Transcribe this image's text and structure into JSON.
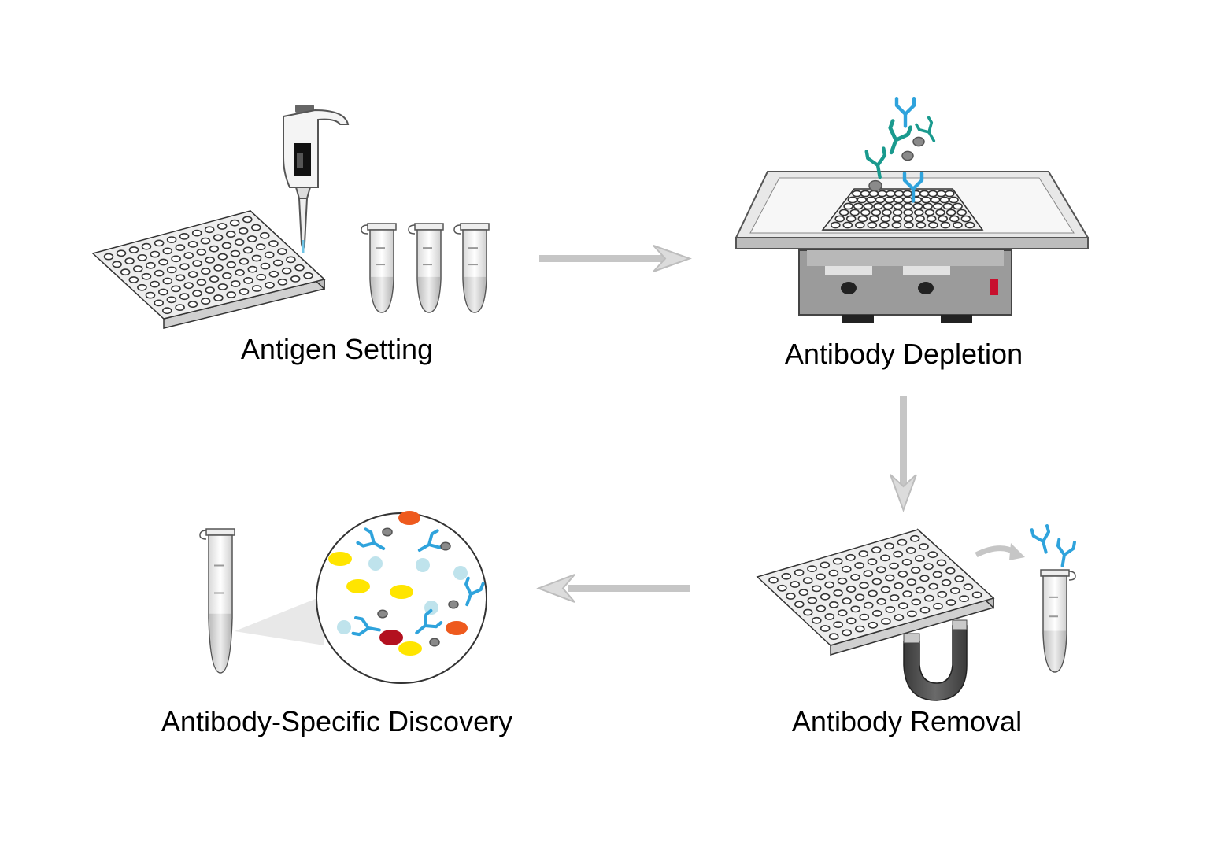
{
  "steps": [
    {
      "id": "antigen-setting",
      "label": "Antigen Setting"
    },
    {
      "id": "antibody-depletion",
      "label": "Antibody Depletion"
    },
    {
      "id": "antibody-removal",
      "label": "Antibody Removal"
    },
    {
      "id": "antibody-specific-discovery",
      "label": "Antibody-Specific Discovery"
    }
  ],
  "colors": {
    "arrow": "#c4c4c4",
    "plate_outline": "#333333",
    "tube_fill": "#f2f2f2",
    "antibody_blue": "#2fa3dc",
    "antibody_teal": "#1a9a8e",
    "bead_gray": "#8a8a8a",
    "yellow": "#ffe500",
    "orange": "#ee5a1e",
    "red": "#b3111f",
    "light_blue": "#bfe3ec",
    "magnet_gray": "#4b4b4b"
  }
}
